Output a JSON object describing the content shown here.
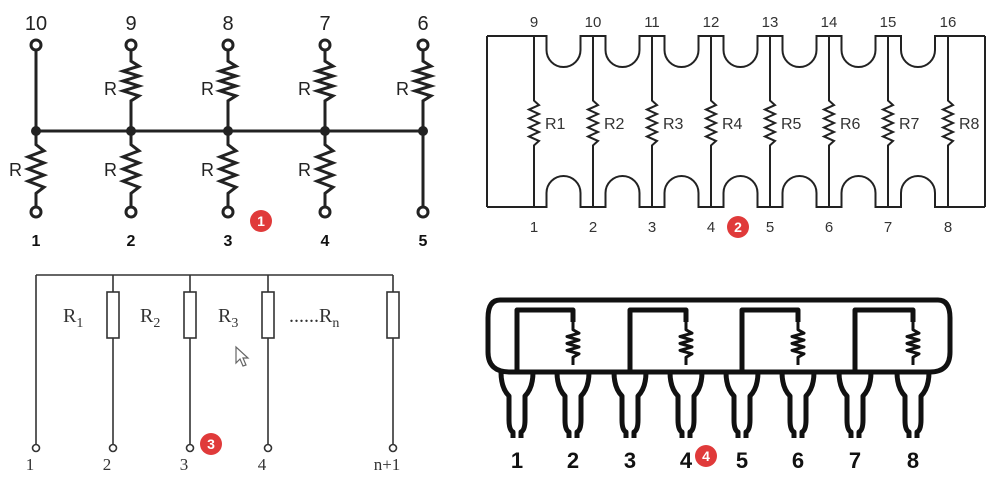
{
  "panel1": {
    "top_pins": [
      "10",
      "9",
      "8",
      "7",
      "6"
    ],
    "bottom_pins": [
      "1",
      "2",
      "3",
      "4",
      "5"
    ],
    "resistor_label": "R",
    "marker": "1"
  },
  "panel2": {
    "top_pins": [
      "9",
      "10",
      "11",
      "12",
      "13",
      "14",
      "15",
      "16"
    ],
    "bottom_pins": [
      "1",
      "2",
      "3",
      "4",
      "5",
      "6",
      "7",
      "8"
    ],
    "resistors": [
      "R1",
      "R2",
      "R3",
      "R4",
      "R5",
      "R6",
      "R7",
      "R8"
    ],
    "marker": "2"
  },
  "panel3": {
    "resistors": [
      {
        "base": "R",
        "sub": "1"
      },
      {
        "base": "R",
        "sub": "2"
      },
      {
        "base": "R",
        "sub": "3"
      },
      {
        "base": "......R",
        "sub": "n"
      }
    ],
    "pins": [
      "1",
      "2",
      "3",
      "4",
      "n+1"
    ],
    "marker": "3"
  },
  "panel4": {
    "pins": [
      "1",
      "2",
      "3",
      "4",
      "5",
      "6",
      "7",
      "8"
    ],
    "marker": "4"
  },
  "colors": {
    "marker": "#e03a3a",
    "ink": "#222222"
  }
}
